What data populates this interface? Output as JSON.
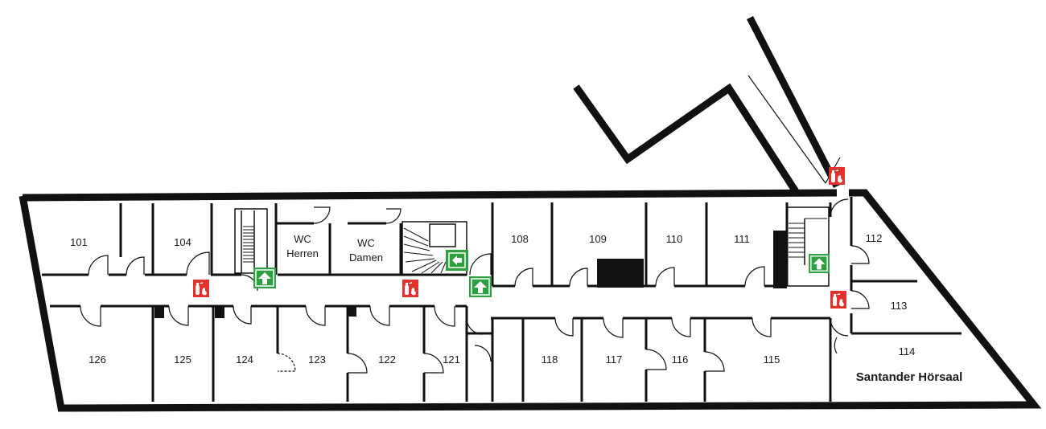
{
  "colors": {
    "wall": "#111111",
    "fire": "#e1322d",
    "exit": "#2ea043"
  },
  "icons": {
    "extinguisher": "fire-extinguisher-icon",
    "exit": "emergency-exit-arrow-icon"
  },
  "rooms": {
    "r101": "101",
    "r104": "104",
    "wc_herren_1": "WC",
    "wc_herren_2": "Herren",
    "wc_damen_1": "WC",
    "wc_damen_2": "Damen",
    "r108": "108",
    "r109": "109",
    "r110": "110",
    "r111": "111",
    "r112": "112",
    "r113": "113",
    "r114": "114",
    "r114_name": "Santander Hörsaal",
    "r126": "126",
    "r125": "125",
    "r124": "124",
    "r123": "123",
    "r122": "122",
    "r121": "121",
    "r118": "118",
    "r117": "117",
    "r116": "116",
    "r115": "115"
  }
}
